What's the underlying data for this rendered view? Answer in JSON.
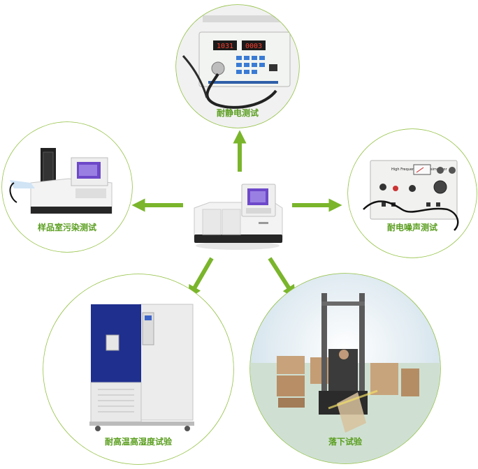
{
  "center": {
    "name": "spectrophotometer-device"
  },
  "nodes": [
    {
      "id": "antistatic",
      "label": "耐静电测试"
    },
    {
      "id": "noise",
      "label": "耐电噪声测试"
    },
    {
      "id": "contamination",
      "label": "样品室污染测试"
    },
    {
      "id": "temperature",
      "label": "耐高温高湿度试验"
    },
    {
      "id": "drop",
      "label": "落下试验"
    }
  ],
  "device_text": {
    "antistatic_display_left": "1031",
    "antistatic_display_right": "0003",
    "noise_panel_title": "High Frequency Noise simulator"
  },
  "colors": {
    "accent": "#7ab52b",
    "label": "#5a9e1f",
    "border": "#8fbf3c"
  }
}
